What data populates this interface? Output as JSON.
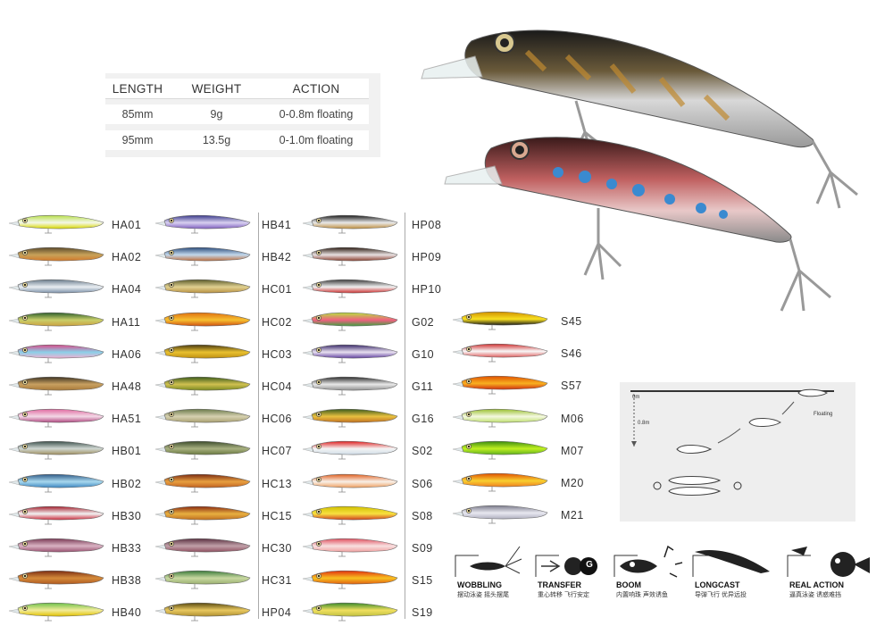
{
  "specs": {
    "headers": [
      "LENGTH",
      "WEIGHT",
      "ACTION"
    ],
    "rows": [
      [
        "85mm",
        "9g",
        "0-0.8m floating"
      ],
      [
        "95mm",
        "13.5g",
        "0-1.0m floating"
      ]
    ]
  },
  "columns": [
    [
      {
        "code": "HA01",
        "colors": [
          "#b8e04a",
          "#f4f7e8",
          "#d9d900"
        ]
      },
      {
        "code": "HA02",
        "colors": [
          "#5b4a2a",
          "#c7a25a",
          "#d47a2a"
        ]
      },
      {
        "code": "HA04",
        "colors": [
          "#6a7c8c",
          "#e9eef2",
          "#7b8fa8"
        ]
      },
      {
        "code": "HA11",
        "colors": [
          "#2e5f2b",
          "#c9cf6a",
          "#caa040"
        ]
      },
      {
        "code": "HA06",
        "colors": [
          "#d94b8a",
          "#8ad0e8",
          "#f0b0d0"
        ]
      },
      {
        "code": "HA48",
        "colors": [
          "#3d3323",
          "#c8a060",
          "#a87a3a"
        ]
      },
      {
        "code": "HA51",
        "colors": [
          "#e06aa0",
          "#f3d8e6",
          "#b04880"
        ]
      },
      {
        "code": "HB01",
        "colors": [
          "#3b4f4a",
          "#cfd7d2",
          "#a09060"
        ]
      },
      {
        "code": "HB02",
        "colors": [
          "#2f5a86",
          "#a8d8ee",
          "#3c86c0"
        ]
      },
      {
        "code": "HB30",
        "colors": [
          "#a51e2c",
          "#f2f2f2",
          "#cc3040"
        ]
      },
      {
        "code": "HB33",
        "colors": [
          "#7a3a55",
          "#d9b3c3",
          "#9a5070"
        ]
      },
      {
        "code": "HB38",
        "colors": [
          "#7a2c12",
          "#d48a3a",
          "#b05a20"
        ]
      },
      {
        "code": "HB40",
        "colors": [
          "#6cc04a",
          "#f2ec9a",
          "#e0c000"
        ]
      }
    ],
    [
      {
        "code": "HB41",
        "colors": [
          "#3a3a8a",
          "#d8d0f0",
          "#8060c0"
        ]
      },
      {
        "code": "HB42",
        "colors": [
          "#2a4a7a",
          "#c2d8ec",
          "#c07040"
        ]
      },
      {
        "code": "HC01",
        "colors": [
          "#5a5a2a",
          "#e0d090",
          "#b89040"
        ]
      },
      {
        "code": "HC02",
        "colors": [
          "#e07010",
          "#f6c030",
          "#d05010"
        ]
      },
      {
        "code": "HC03",
        "colors": [
          "#4a3a10",
          "#e8c030",
          "#c09010"
        ]
      },
      {
        "code": "HC04",
        "colors": [
          "#3a5a1a",
          "#d0c050",
          "#7a8a20"
        ]
      },
      {
        "code": "HC06",
        "colors": [
          "#6a7a4a",
          "#d6d0b0",
          "#a8a070"
        ]
      },
      {
        "code": "HC07",
        "colors": [
          "#3a4a2a",
          "#a8b080",
          "#6a7a40"
        ]
      },
      {
        "code": "HC13",
        "colors": [
          "#7a2a10",
          "#e8a040",
          "#c06020"
        ]
      },
      {
        "code": "HC15",
        "colors": [
          "#8a2a10",
          "#e8b040",
          "#c07020"
        ]
      },
      {
        "code": "HC30",
        "colors": [
          "#5a3040",
          "#c0a0a8",
          "#905060"
        ]
      },
      {
        "code": "HC31",
        "colors": [
          "#3a7a3a",
          "#c8d8a0",
          "#9ab070"
        ]
      },
      {
        "code": "HP04",
        "colors": [
          "#5a4a10",
          "#e8c860",
          "#b09030"
        ]
      }
    ],
    [
      {
        "code": "HP08",
        "colors": [
          "#1a1a1a",
          "#e8e8e8",
          "#c09040"
        ]
      },
      {
        "code": "HP09",
        "colors": [
          "#2a1a10",
          "#e8e0e0",
          "#8a4030"
        ]
      },
      {
        "code": "HP10",
        "colors": [
          "#3a3a3a",
          "#f0f0f0",
          "#cc3030"
        ]
      },
      {
        "code": "G02",
        "colors": [
          "#b8e040",
          "#f06080",
          "#40a040"
        ]
      },
      {
        "code": "G10",
        "colors": [
          "#3a2a6a",
          "#e8e0f0",
          "#6040a0"
        ]
      },
      {
        "code": "G11",
        "colors": [
          "#2a2a2a",
          "#e8e8e8",
          "#909090"
        ]
      },
      {
        "code": "G16",
        "colors": [
          "#3a5a1a",
          "#e8c040",
          "#c07020"
        ]
      },
      {
        "code": "S02",
        "colors": [
          "#e02020",
          "#f4f4f4",
          "#d0dde8"
        ]
      },
      {
        "code": "S06",
        "colors": [
          "#e06020",
          "#f8f0e8",
          "#f0a060"
        ]
      },
      {
        "code": "S08",
        "colors": [
          "#d0c000",
          "#f8e040",
          "#d04020"
        ]
      },
      {
        "code": "S09",
        "colors": [
          "#e05060",
          "#f8e0e0",
          "#f0a0a0"
        ]
      },
      {
        "code": "S15",
        "colors": [
          "#e03010",
          "#f8c020",
          "#e06010"
        ]
      },
      {
        "code": "S19",
        "colors": [
          "#3a8a2a",
          "#f0e060",
          "#c0c040"
        ]
      }
    ],
    [
      {
        "code": "S45",
        "colors": [
          "#d09000",
          "#f8e020",
          "#1a1a1a"
        ]
      },
      {
        "code": "S46",
        "colors": [
          "#d03030",
          "#f8f8f8",
          "#e06060"
        ]
      },
      {
        "code": "S57",
        "colors": [
          "#e05000",
          "#f8b020",
          "#d03010"
        ]
      },
      {
        "code": "M06",
        "colors": [
          "#9ac030",
          "#f4f8e0",
          "#c0e070"
        ]
      },
      {
        "code": "M07",
        "colors": [
          "#3a8a10",
          "#c0f020",
          "#60b020"
        ]
      },
      {
        "code": "M20",
        "colors": [
          "#e05000",
          "#f8d030",
          "#f08020"
        ]
      },
      {
        "code": "M21",
        "colors": [
          "#7a7a8a",
          "#e8e8f0",
          "#b0b0c0"
        ]
      }
    ]
  ],
  "action_diagram": {
    "depth_top": "0m",
    "depth_bottom": "0.8m",
    "floating_label": "Floating"
  },
  "features": [
    {
      "label": "WOBBLING",
      "sub": "摆动泳姿 摇头摆尾"
    },
    {
      "label": "TRANSFER",
      "sub": "重心转移 飞行安定"
    },
    {
      "label": "BOOM",
      "sub": "内置响珠 声效诱鱼"
    },
    {
      "label": "LONGCAST",
      "sub": "导弹飞行 优异远投"
    },
    {
      "label": "REAL ACTION",
      "sub": "逼真泳姿 诱惑难挡"
    }
  ],
  "transfer_badge": "G"
}
